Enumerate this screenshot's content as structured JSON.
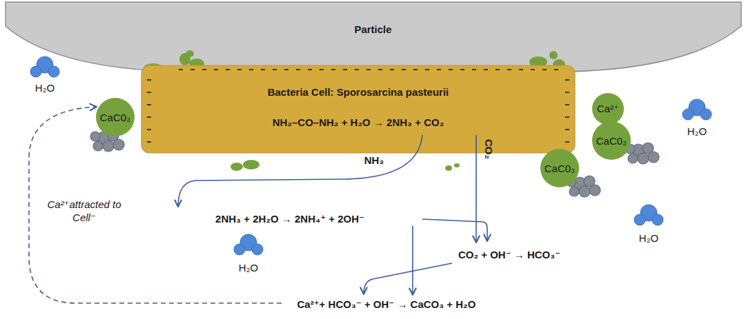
{
  "diagram": {
    "nodes": [
      {
        "text": [
          "Particle"
        ]
      },
      {
        "text": [
          "Bacteria Cell: Sporosarcina pasteurii",
          "NH₂–CO–NH₂ + H₂O → 2NH₃ + CO₂"
        ]
      },
      {
        "text": [
          "Ca²⁺"
        ]
      },
      {
        "text": [
          "CaC0₃"
        ]
      },
      {
        "text": [
          "CaC0₃"
        ]
      },
      {
        "text": [
          "CaC0₃"
        ]
      }
    ],
    "labels": [
      "H₂O",
      "Ca²⁺attracted to Cell⁻",
      "NH₃",
      "CO₂",
      "H₂O",
      "2NH₃ + 2H₂O → 2NH₄⁺ + 2OH⁻",
      "H₂O",
      "CO₂ + OH⁻ → HCO₃⁻",
      "H₂O",
      "Ca²⁺+ HCO₃⁻ + OH⁻ → CaCO₃ + H₂O"
    ]
  }
}
